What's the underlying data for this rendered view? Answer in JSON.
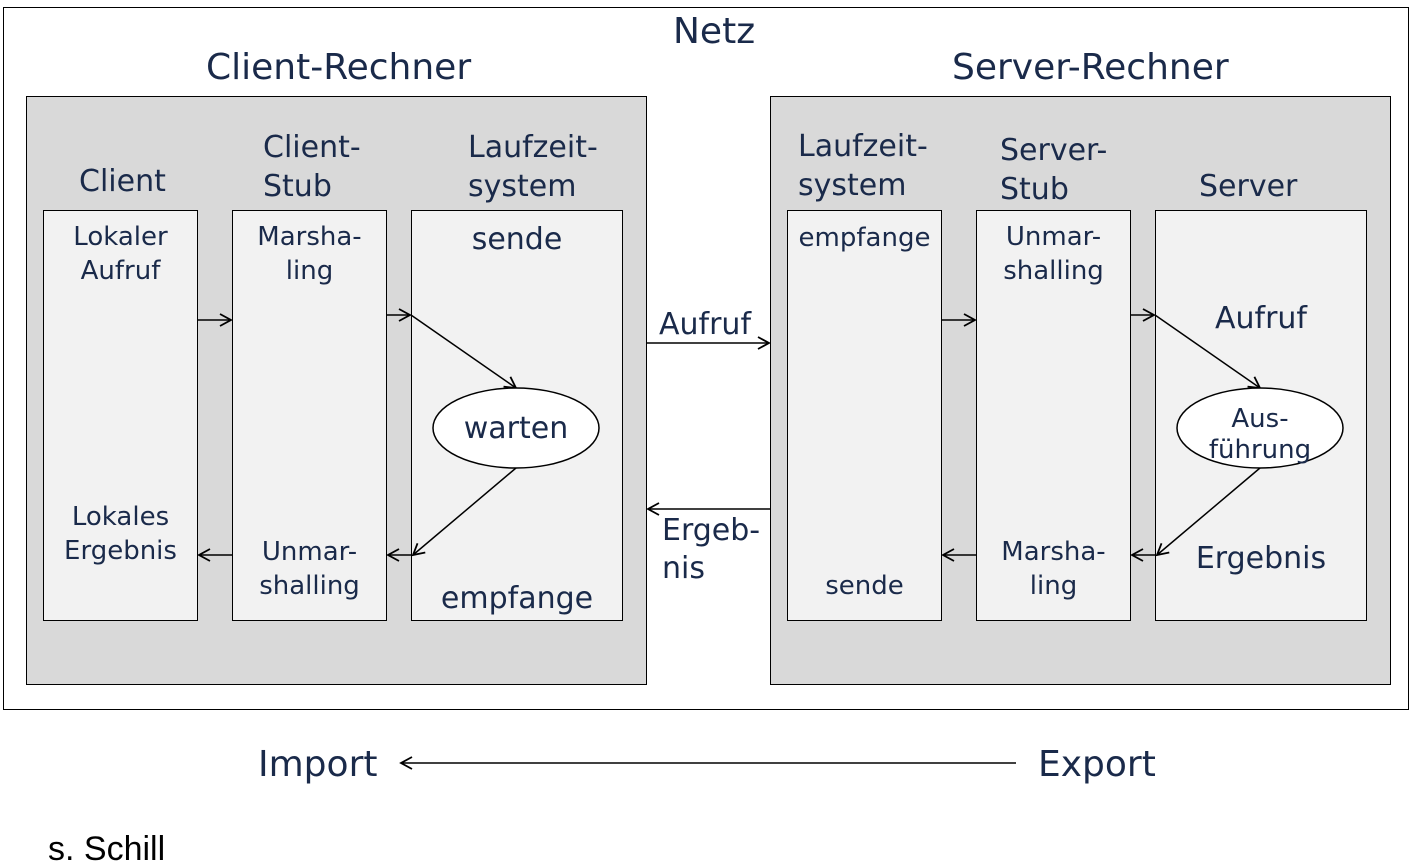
{
  "labels": {
    "network": "Netz",
    "client_machine": "Client-Rechner",
    "server_machine": "Server-Rechner",
    "client_col_client": "Client",
    "client_col_stub_l1": "Client-",
    "client_col_stub_l2": "Stub",
    "client_col_runtime_l1": "Laufzeit-",
    "client_col_runtime_l2": "system",
    "server_col_runtime_l1": "Laufzeit-",
    "server_col_runtime_l2": "system",
    "server_col_stub_l1": "Server-",
    "server_col_stub_l2": "Stub",
    "server_col_server": "Server",
    "client_local_call_l1": "Lokaler",
    "client_local_call_l2": "Aufruf",
    "client_local_result_l1": "Lokales",
    "client_local_result_l2": "Ergebnis",
    "cstub_marshal_l1": "Marsha-",
    "cstub_marshal_l2": "ling",
    "cstub_unmarshal_l1": "Unmar-",
    "cstub_unmarshal_l2": "shalling",
    "crt_send": "sende",
    "crt_wait": "warten",
    "crt_receive": "empfange",
    "net_call": "Aufruf",
    "net_result_l1": "Ergeb-",
    "net_result_l2": "nis",
    "srt_receive": "empfange",
    "srt_send": "sende",
    "sstub_unmarshal_l1": "Unmar-",
    "sstub_unmarshal_l2": "shalling",
    "sstub_marshal_l1": "Marsha-",
    "sstub_marshal_l2": "ling",
    "server_call": "Aufruf",
    "server_exec_l1": "Aus-",
    "server_exec_l2": "führung",
    "server_result": "Ergebnis",
    "import": "Import",
    "export": "Export",
    "source": "s. Schill"
  }
}
